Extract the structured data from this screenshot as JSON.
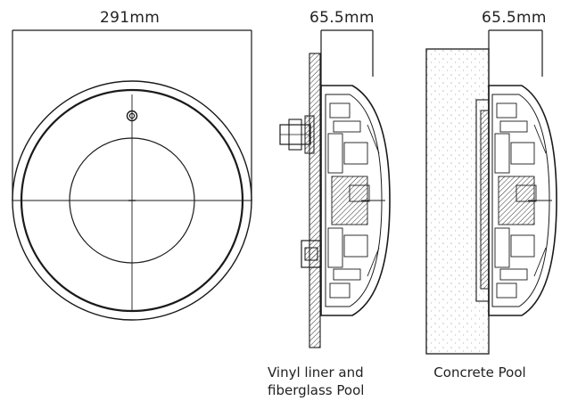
{
  "dimensions": {
    "front_width": "291mm",
    "side_depth_liner": "65.5mm",
    "side_depth_concrete": "65.5mm"
  },
  "captions": {
    "liner_line1": "Vinyl liner and",
    "liner_line2": "fiberglass Pool",
    "concrete": "Concrete Pool"
  },
  "colors": {
    "line": "#1a1a1a",
    "hatch": "#555555",
    "background": "#ffffff"
  }
}
